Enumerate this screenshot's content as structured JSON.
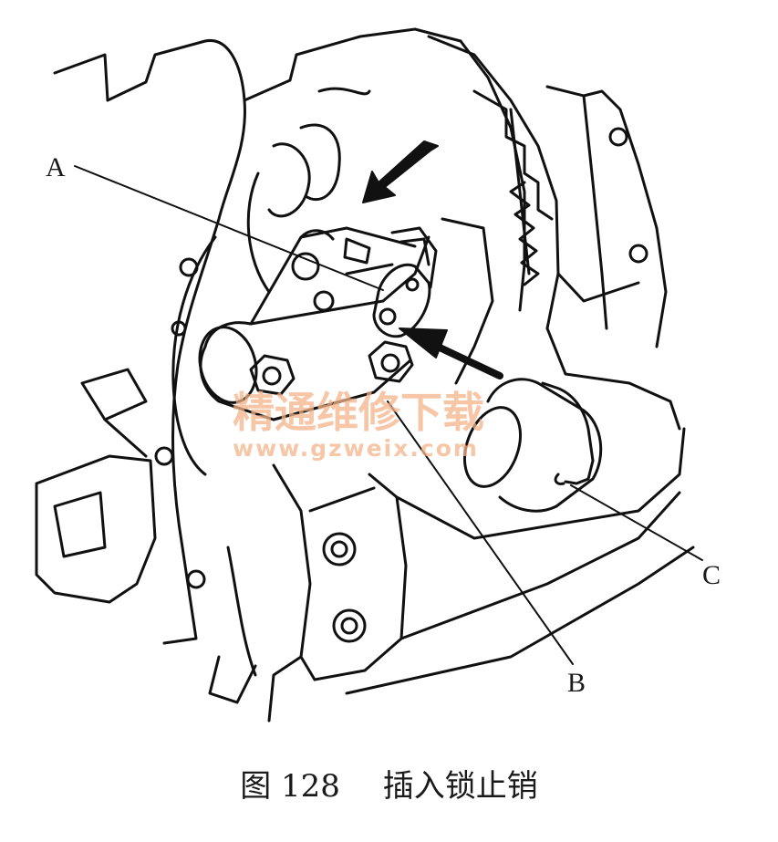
{
  "figure": {
    "labels": {
      "a": "A",
      "b": "B",
      "c": "C"
    },
    "watermark": {
      "cn": "精通维修下载",
      "url": "www.gzweix.com"
    },
    "caption": {
      "number": "图 128",
      "title": "插入锁止销"
    }
  }
}
